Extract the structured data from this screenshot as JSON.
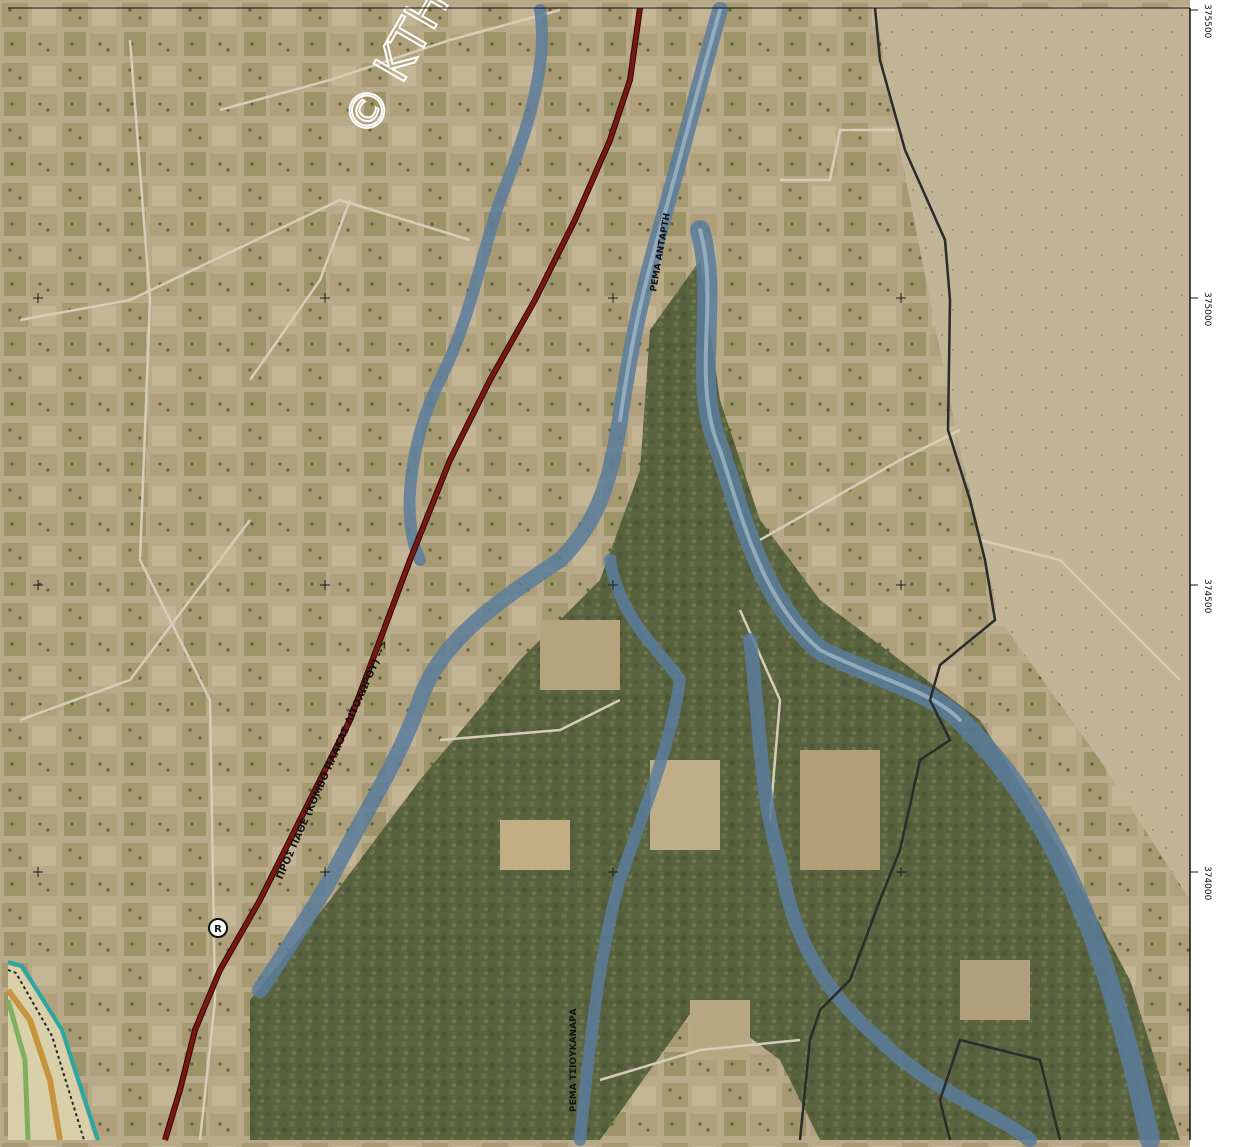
{
  "map": {
    "watermark": "© ΚΤΗ",
    "labels": {
      "stream_antarti": "ΡΕΜΑ ΑΝΤΑΡΤΗ",
      "stream_tsoukanara": "ΡΕΜΑ ΤΣΙΟΥΚΑΝΑΡΑ",
      "road_direction": "ΠΡΟΣ ΠΑΘΕ (ΚΟΜΒΟ ΠΛΑΚΑΣ ΛΙΤΟΧΩΡΟΥ) -->"
    },
    "coordinates": {
      "y_375500": "375500",
      "y_375000": "375000",
      "y_374500": "374500",
      "y_374000": "374000"
    },
    "marker": "R",
    "colors": {
      "terrain": "#b6a886",
      "olive_fields": "#8d8a63",
      "forest": "#4d5a36",
      "river": "#5b7c9c",
      "main_road": "#7a1712",
      "boundary_line": "#2b2b2b",
      "plan_border": "#2ba7a3"
    }
  }
}
